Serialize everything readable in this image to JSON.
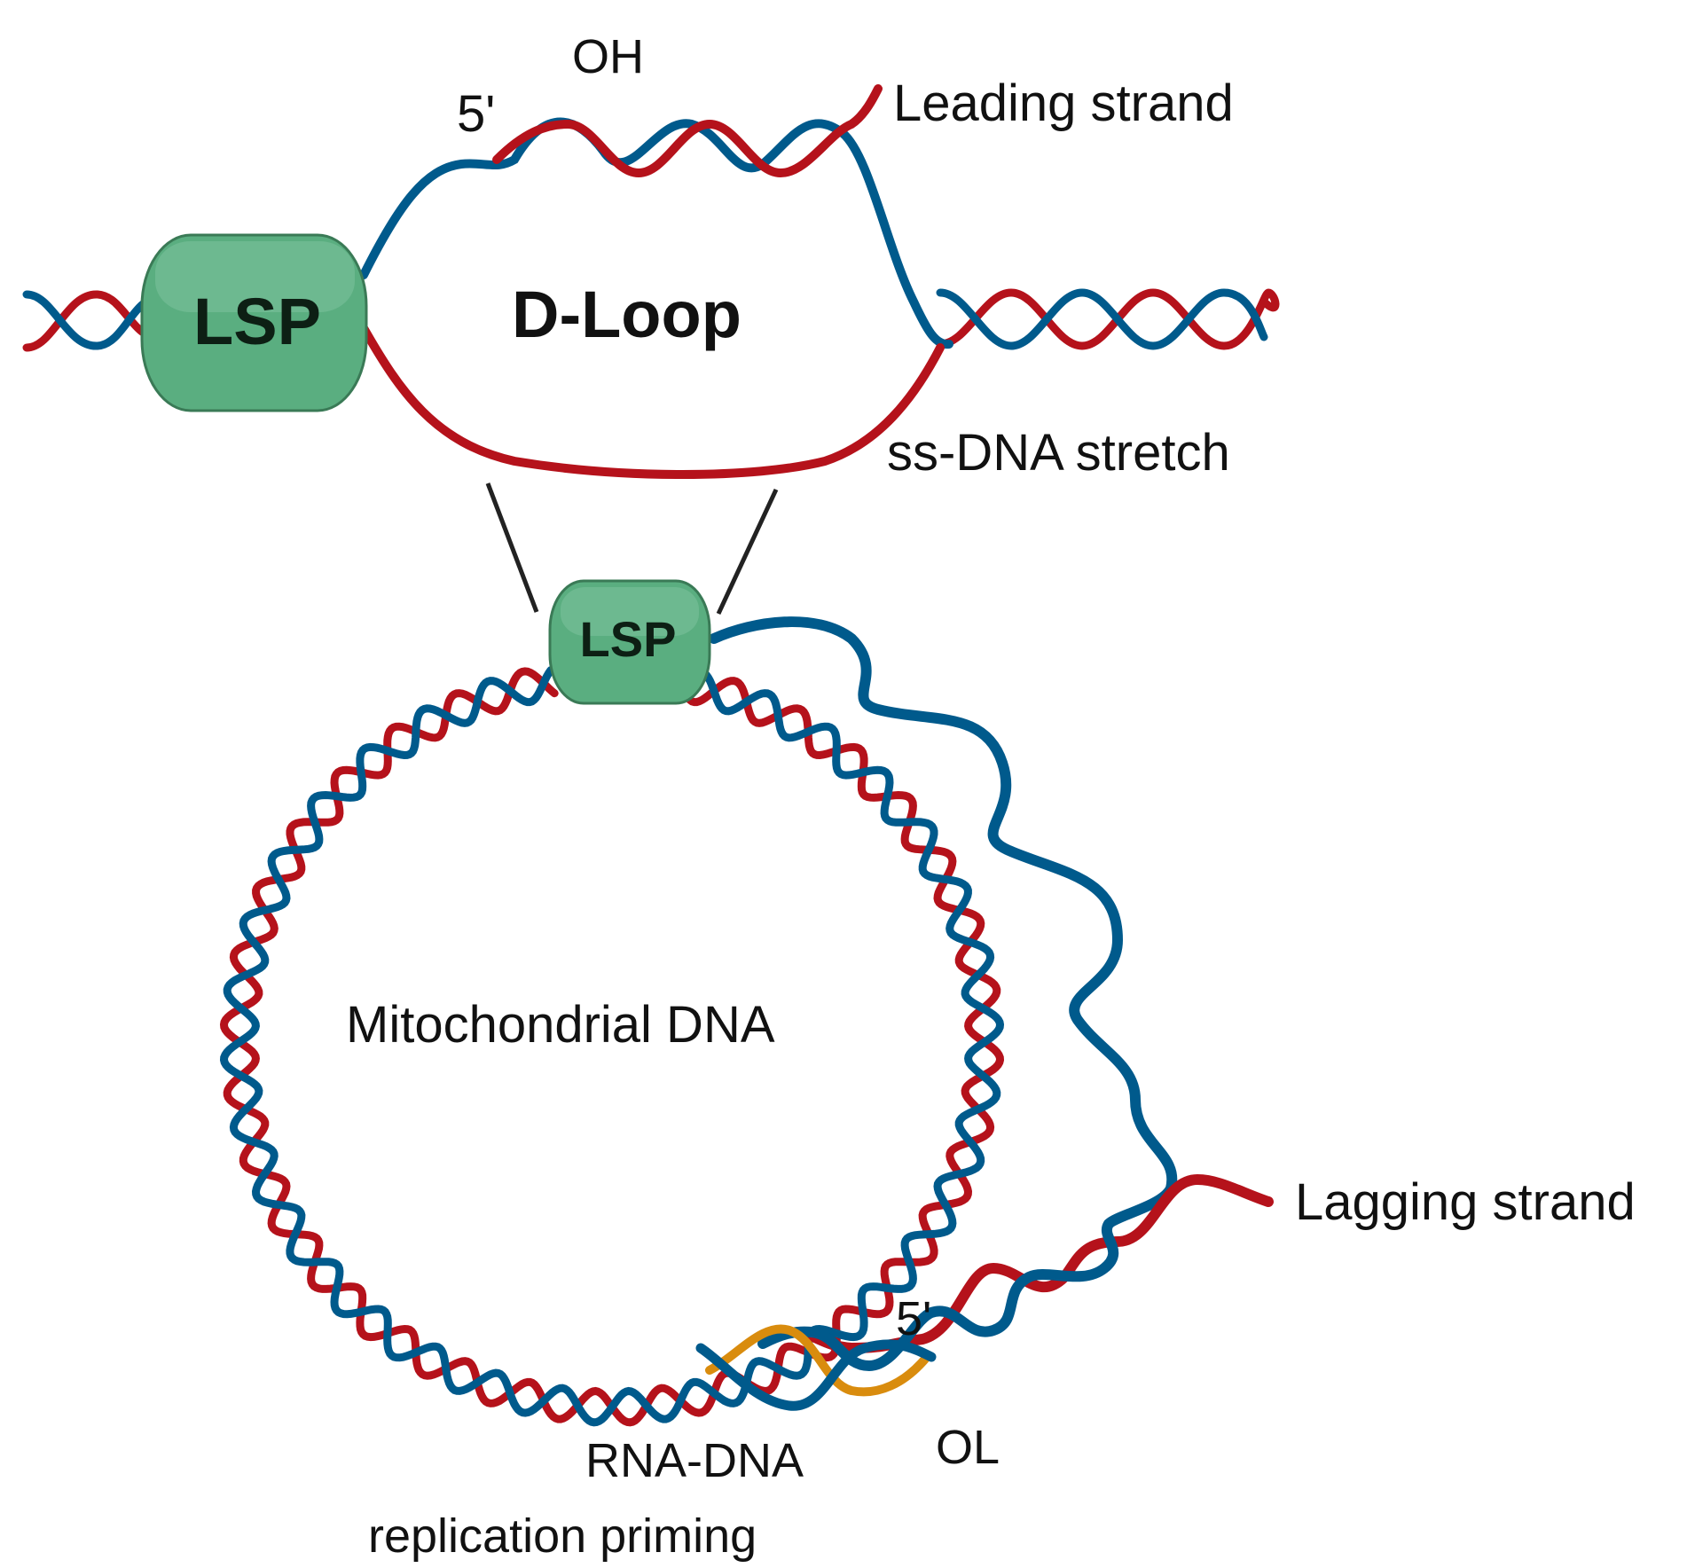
{
  "labels": {
    "oh": "OH",
    "five_prime_top": "5'",
    "leading_strand": "Leading strand",
    "lsp_large": "LSP",
    "d_loop": "D-Loop",
    "ss_dna_stretch": "ss-DNA stretch",
    "lsp_small": "LSP",
    "mitochondrial_dna": "Mitochondrial DNA",
    "lagging_strand": "Lagging strand",
    "five_prime_bottom": "5'",
    "ol": "OL",
    "rna_dna_line1": "RNA-DNA",
    "rna_dna_line2": "replication priming"
  },
  "colors": {
    "strand_red": "#b5121b",
    "strand_blue": "#005a8c",
    "primer_orange": "#d98c0e",
    "lsp_green": "#5aae80",
    "lsp_border": "#3a7a56",
    "connector": "#222222"
  }
}
